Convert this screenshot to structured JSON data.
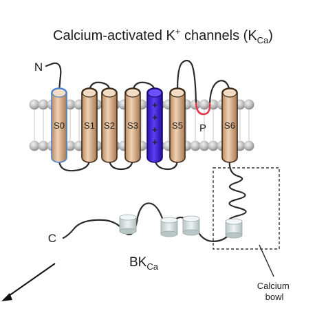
{
  "title": {
    "main": "Calcium-activated K",
    "superscript": "+",
    "channels": " channels (K",
    "subscript": "Ca",
    "close": ")"
  },
  "termini": {
    "n": "N",
    "c": "C"
  },
  "segments": [
    {
      "label": "S0",
      "color": "#5a8fd6"
    },
    {
      "label": "S1",
      "color": "#2a2a2a"
    },
    {
      "label": "S2",
      "color": "#2a2a2a"
    },
    {
      "label": "S3",
      "color": "#2a2a2a"
    },
    {
      "label": "+",
      "color": "#ffffff"
    },
    {
      "label": "S5",
      "color": "#2a2a2a"
    },
    {
      "label": "S6",
      "color": "#2a2a2a"
    }
  ],
  "pore_label": "P",
  "bk_label": {
    "main": "BK",
    "subscript": "Ca"
  },
  "calcium_bowl": {
    "line1": "Calcium",
    "line2": "bowl"
  },
  "colors": {
    "helix_fill": "#d9b48f",
    "helix_stroke": "#3a2a1a",
    "s0_stroke": "#4a7fd0",
    "s4_fill": "#3a1fd0",
    "pore": "#e0384a",
    "membrane_head": "#b5b5b5",
    "rck_fill": "#d8e0e0"
  }
}
